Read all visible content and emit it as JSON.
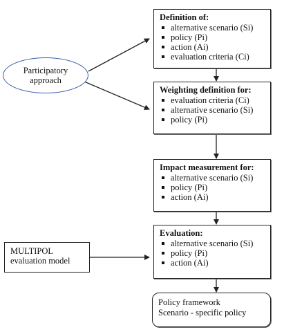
{
  "participatory": {
    "line1": "Participatory",
    "line2": "approach"
  },
  "multipol": {
    "line1": "MULTIPOL",
    "line2": "evaluation model"
  },
  "definition": {
    "title": "Definition of:",
    "items": [
      "alternative scenario (Si)",
      "policy (Pi)",
      "action (Ai)",
      "evaluation criteria (Ci)"
    ]
  },
  "weighting": {
    "title": "Weighting definition for:",
    "items": [
      "evaluation criteria (Ci)",
      "alternative scenario (Si)",
      "policy (Pi)"
    ]
  },
  "impact": {
    "title": "Impact measurement for:",
    "items": [
      "alternative scenario (Si)",
      "policy (Pi)",
      "action (Ai)"
    ]
  },
  "evaluation": {
    "title": "Evaluation:",
    "items": [
      "alternative scenario (Si)",
      "policy (Pi)",
      "action (Ai)"
    ]
  },
  "output": {
    "line1": "Policy framework",
    "line2": "Scenario - specific policy"
  }
}
